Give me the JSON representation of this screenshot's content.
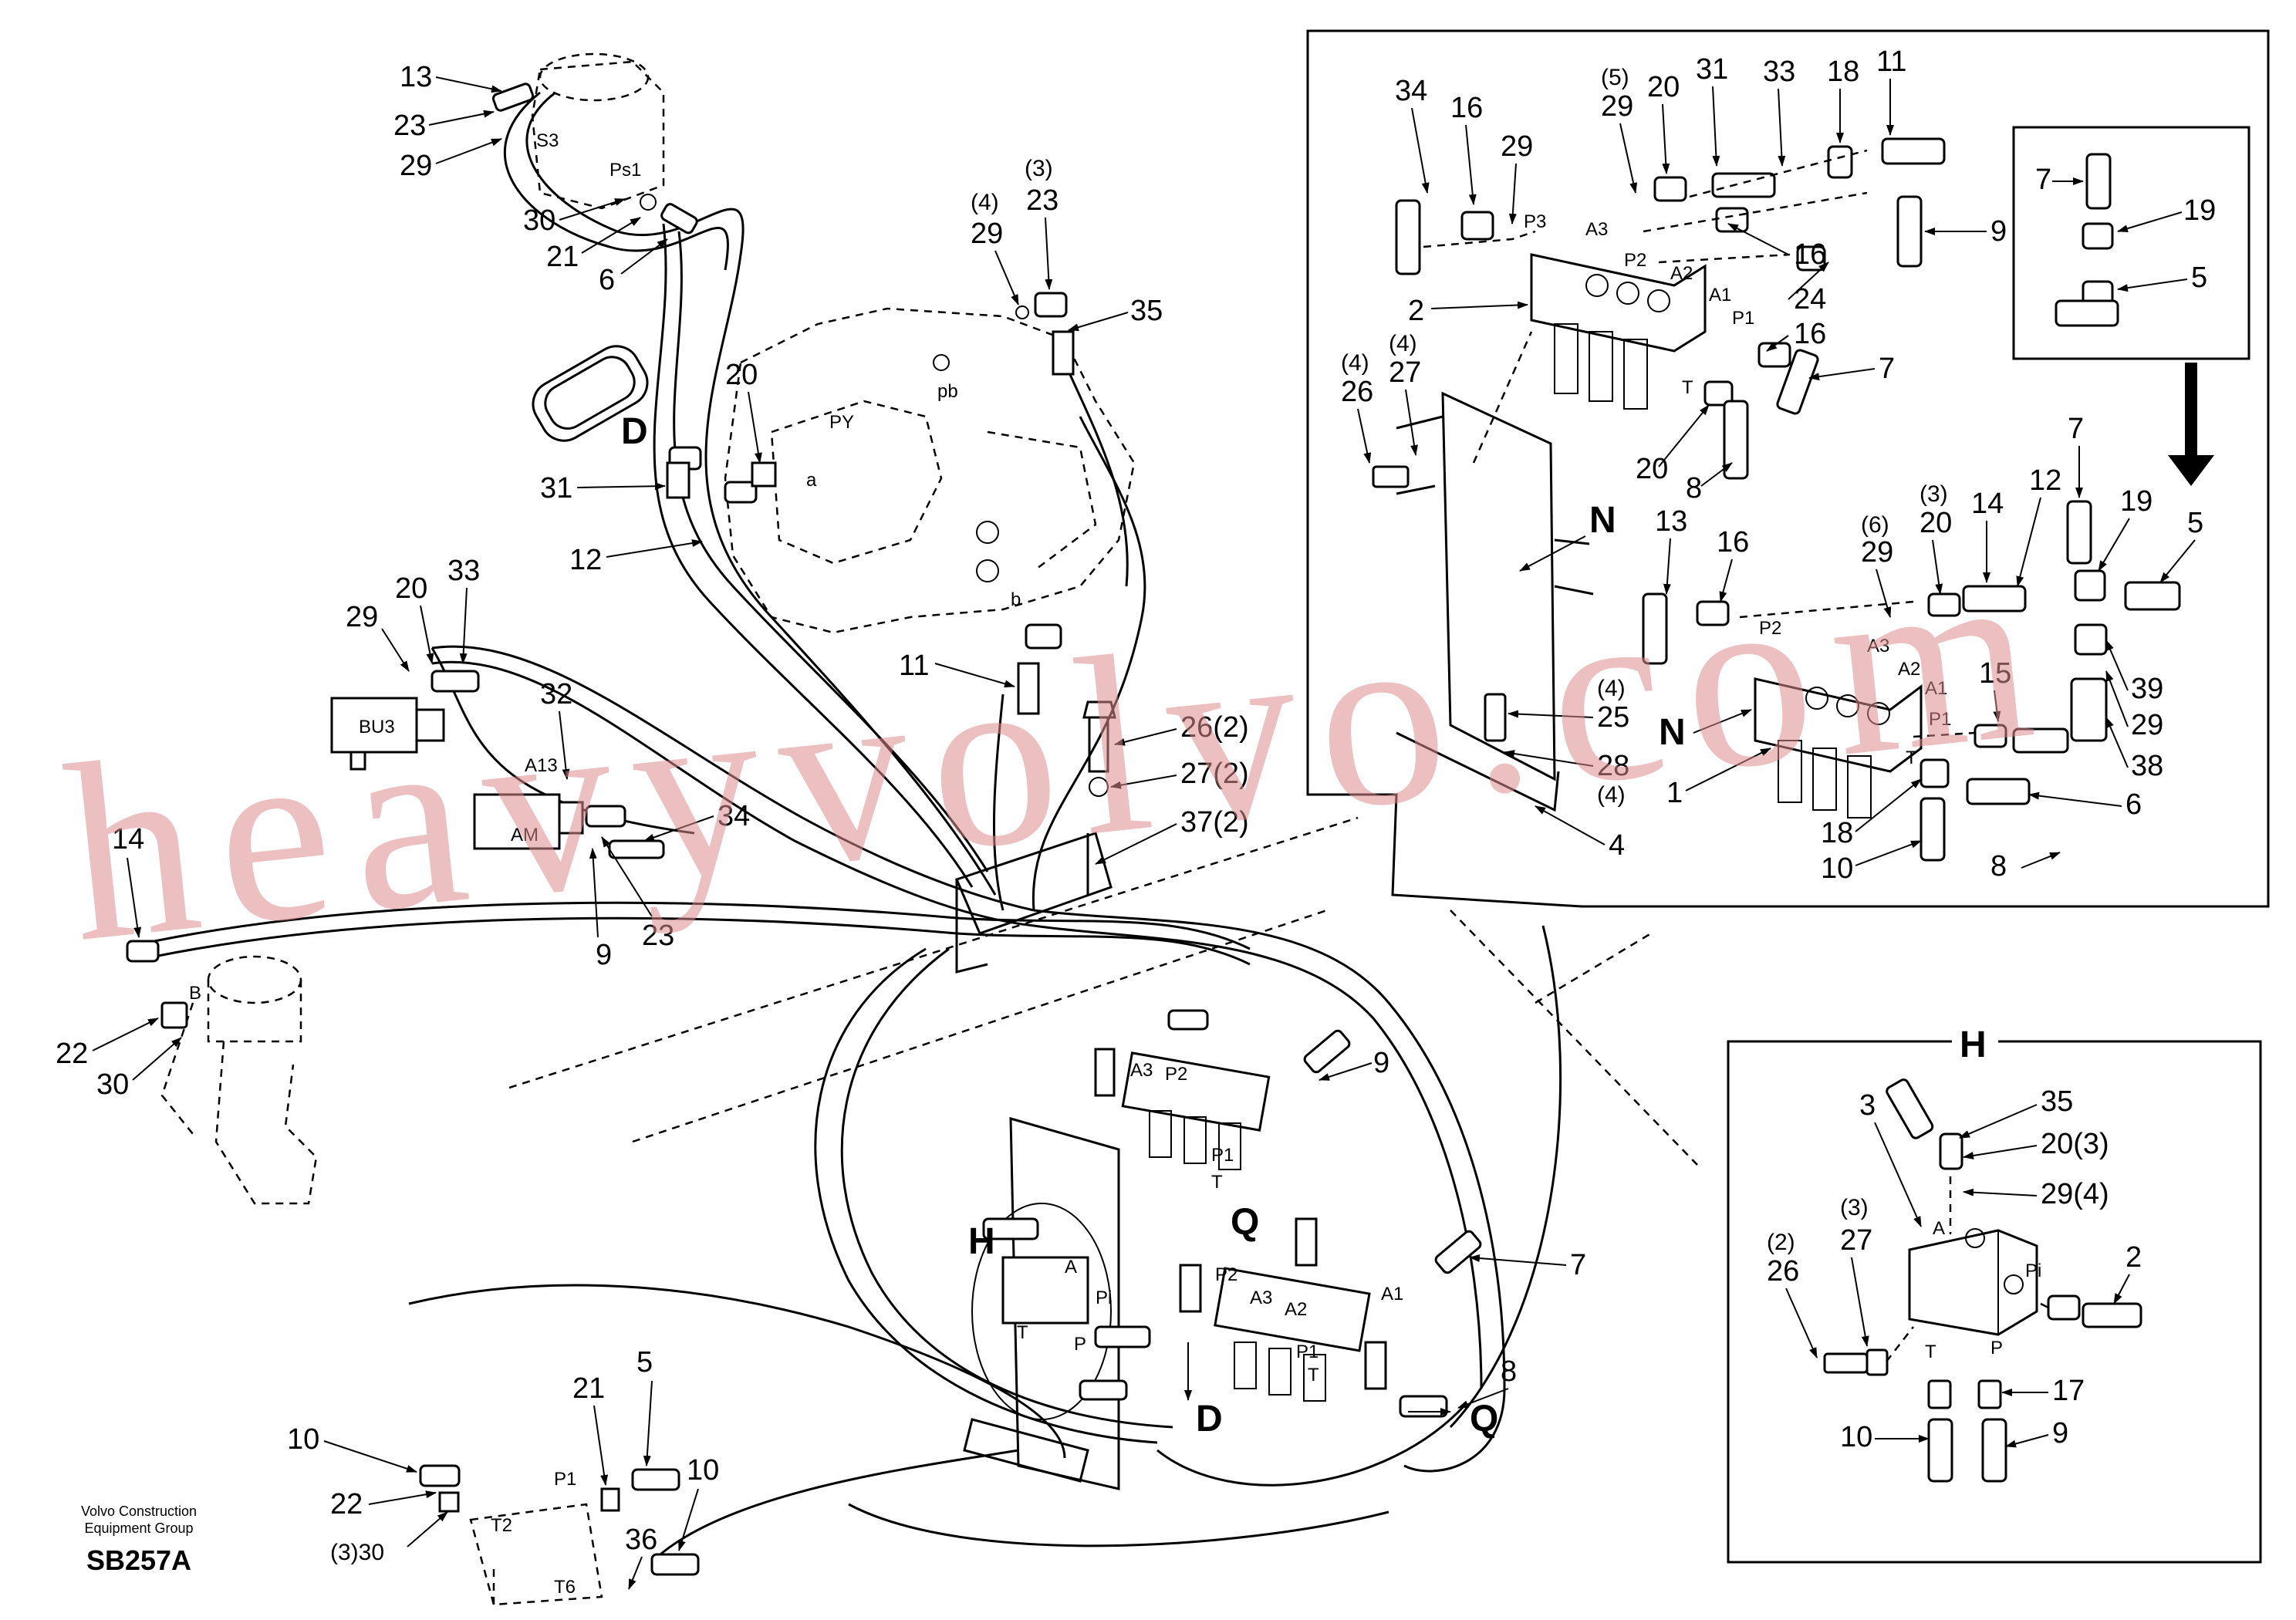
{
  "watermark": "heavyvolvo.com",
  "footer": {
    "company_line1": "Volvo Construction",
    "company_line2": "Equipment Group",
    "drawing_code": "SB257A"
  },
  "views": {
    "D": "D",
    "H": "H",
    "N": "N",
    "Q": "Q"
  },
  "ports": {
    "S3": "S3",
    "Ps1": "Ps1",
    "pb": "pb",
    "PY": "PY",
    "a": "a",
    "b": "b",
    "BU3": "BU3",
    "AM": "AM",
    "A13": "A13",
    "B": "B",
    "A3": "A3",
    "P2": "P2",
    "A2": "A2",
    "A1": "A1",
    "P1": "P1",
    "P3": "P3",
    "T": "T",
    "P": "P",
    "A": "A",
    "Pi": "Pi",
    "T2": "T2",
    "T6": "T6"
  },
  "callouts": {
    "n13": "13",
    "n23": "23",
    "n29": "29",
    "n30": "30",
    "n21": "21",
    "n6": "6",
    "n29b": "29",
    "n29b_q": "(4)",
    "n23b": "23",
    "n23b_q": "(3)",
    "n35": "35",
    "n20": "20",
    "n31": "31",
    "n12": "12",
    "n11": "11",
    "n29c": "29",
    "n20c": "20",
    "n33": "33",
    "n32": "32",
    "n34": "34",
    "n23c": "23",
    "n9c": "9",
    "n14": "14",
    "n22": "22",
    "n30c": "30",
    "n26": "26(2)",
    "n27": "27(2)",
    "n37": "37(2)",
    "n9d": "9",
    "n7d": "7",
    "n8d": "8",
    "n10": "10",
    "n22d": "22",
    "n30d": "(3)30",
    "n21d": "21",
    "n5d": "5",
    "n36": "36",
    "n10b": "10",
    "N34": "34",
    "N16": "16",
    "N29": "29",
    "N29q": "(5)",
    "N20": "20",
    "N31": "31",
    "N33": "33",
    "N18": "18",
    "N11": "11",
    "N9": "9",
    "N16b": "16",
    "N24": "24",
    "N2": "2",
    "N16c": "16",
    "N7": "7",
    "N26": "26",
    "N26q": "(4)",
    "N27": "27",
    "N27q": "(4)",
    "N20b": "20",
    "N8": "8",
    "N13": "13",
    "N16d": "16",
    "N29b": "29",
    "N29bq": "(6)",
    "N20c": "20",
    "N20cq": "(3)",
    "N14": "14",
    "N12": "12",
    "N7b": "7",
    "N19": "19",
    "N5": "5",
    "N15": "15",
    "N39": "39",
    "N29c": "29",
    "N38": "38",
    "N6": "6",
    "N25": "25",
    "N25q": "(4)",
    "N28": "28",
    "N28q": "(4)",
    "N1": "1",
    "N18b": "18",
    "N10": "10",
    "N8b": "8",
    "N4": "4",
    "D7": "7",
    "D19": "19",
    "D5": "5",
    "H35": "35",
    "H3": "3",
    "H20": "20(3)",
    "H29": "29(4)",
    "H2": "2",
    "H27": "27",
    "H27q": "(3)",
    "H26": "26",
    "H26q": "(2)",
    "H17": "17",
    "H10": "10",
    "H9": "9"
  }
}
